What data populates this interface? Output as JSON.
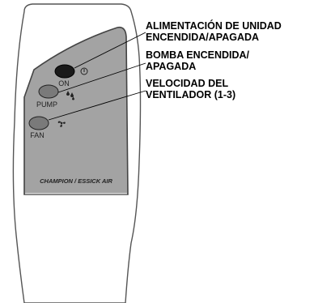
{
  "remote": {
    "buttons": [
      {
        "label": "ON",
        "icon": "power-icon",
        "color": "#1a1a1a"
      },
      {
        "label": "PUMP",
        "icon": "water-drops-icon",
        "color": "#7a7a7a"
      },
      {
        "label": "FAN",
        "icon": "fan-icon",
        "color": "#7a7a7a"
      }
    ],
    "brand": "CHAMPION / ESSICK AIR",
    "panel_color": "#a3a3a3"
  },
  "callouts": [
    {
      "line1": "ALIMENTACIÓN DE UNIDAD",
      "line2": "ENCENDIDA/APAGADA"
    },
    {
      "line1": "BOMBA ENCENDIDA/",
      "line2": "APAGADA"
    },
    {
      "line1": "VELOCIDAD DEL",
      "line2": "VENTILADOR (1-3)"
    }
  ]
}
